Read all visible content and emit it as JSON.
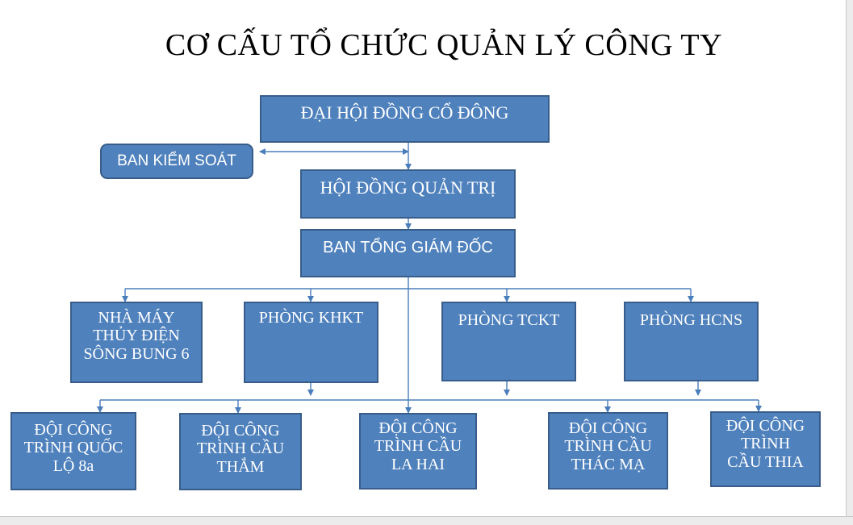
{
  "title": "CƠ CẤU TỔ CHỨC QUẢN LÝ CÔNG TY",
  "colors": {
    "box_fill": "#4f81bd",
    "box_border": "#385d8a",
    "connector": "#4a7ebb",
    "text": "#ffffff"
  },
  "nodes": {
    "dai_hoi": "ĐẠI HỘI ĐỒNG CỔ ĐÔNG",
    "ban_kiem_soat": "BAN KIỂM SOÁT",
    "hoi_dong_quan_tri": "HỘI ĐỒNG QUẢN TRỊ",
    "ban_tong_giam_doc": "BAN TỔNG GIÁM ĐỐC",
    "nha_may": "NHÀ MÁY\nTHỦY ĐIỆN\nSÔNG BUNG 6",
    "phong_khkt": "PHÒNG KHKT",
    "phong_tckt": "PHÒNG TCKT",
    "phong_hcns": "PHÒNG HCNS",
    "doi_quoc_lo": "ĐỘI CÔNG\nTRÌNH QUỐC\nLỘ 8a",
    "doi_cau_tham": "ĐỘI CÔNG\nTRÌNH CẦU\nTHẮM",
    "doi_cau_la_hai": "ĐỘI CÔNG\nTRÌNH CẦU\nLA HAI",
    "doi_cau_thac_ma": "ĐỘI CÔNG\nTRÌNH CẦU\nTHÁC MẠ",
    "doi_cau_thia": "ĐỘI CÔNG\nTRÌNH\nCẦU THIA"
  }
}
